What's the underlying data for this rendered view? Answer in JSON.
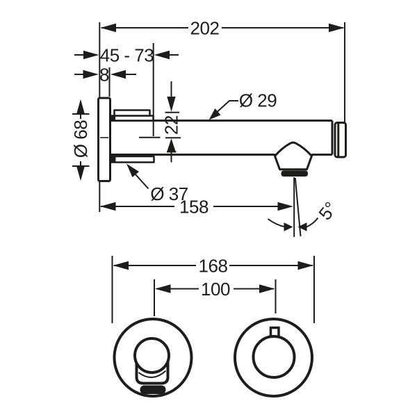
{
  "drawing": {
    "description": "wall-mounted basin spout technical drawing, side view and front view",
    "colors": {
      "line": "#1d1d1b",
      "background": "#ffffff"
    }
  },
  "side_view": {
    "dim_total_length": "202",
    "dim_adjust_range": "45 - 73",
    "dim_plate_thickness": "8",
    "dim_plate_diameter": "Ø 68",
    "dim_spout_diameter": "Ø 29",
    "dim_offset": "22",
    "dim_sleeve_diameter": "Ø 37",
    "dim_projection": "158",
    "dim_stream_angle": "5°"
  },
  "front_view": {
    "dim_outer_width": "168",
    "dim_center_distance": "100"
  }
}
